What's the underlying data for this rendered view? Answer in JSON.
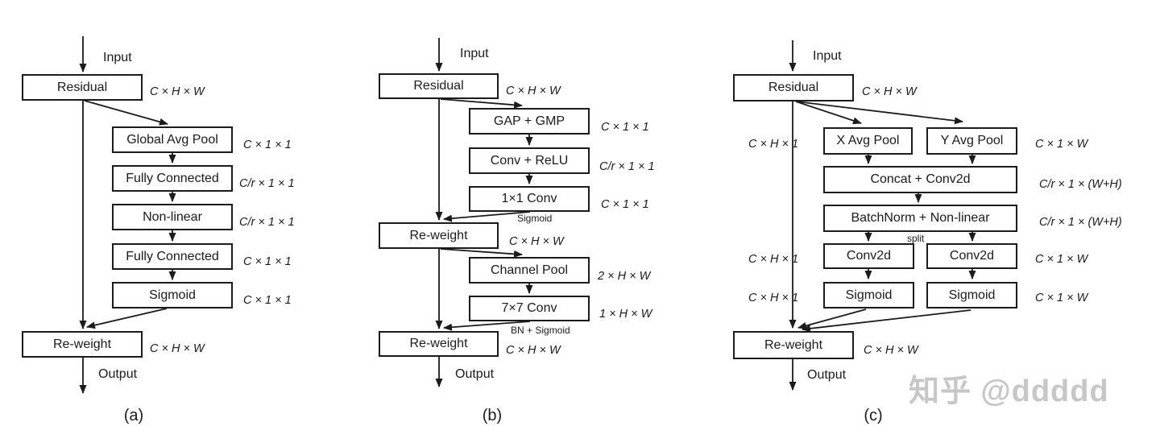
{
  "figure": {
    "watermark": "知乎 @ddddd",
    "diagrams": [
      {
        "id": "a",
        "caption": "(a)",
        "input_label": "Input",
        "output_label": "Output",
        "residual": {
          "label": "Residual",
          "dim": "C × H × W"
        },
        "blocks": [
          {
            "label": "Global Avg Pool",
            "dim": "C × 1 × 1"
          },
          {
            "label": "Fully Connected",
            "dim": "C/r × 1 × 1"
          },
          {
            "label": "Non-linear",
            "dim": "C/r × 1 × 1"
          },
          {
            "label": "Fully Connected",
            "dim": "C × 1 × 1"
          },
          {
            "label": "Sigmoid",
            "dim": "C × 1 × 1"
          }
        ],
        "reweight": {
          "label": "Re-weight",
          "dim": "C × H × W"
        }
      },
      {
        "id": "b",
        "caption": "(b)",
        "input_label": "Input",
        "output_label": "Output",
        "residual": {
          "label": "Residual",
          "dim": "C × H × W"
        },
        "blocks": [
          {
            "label": "GAP + GMP",
            "dim": "C × 1 × 1"
          },
          {
            "label": "Conv + ReLU",
            "dim": "C/r × 1 × 1"
          },
          {
            "label": "1×1 Conv",
            "dim": "C × 1 × 1"
          },
          {
            "label": "Channel Pool",
            "dim": "2 × H × W"
          },
          {
            "label": "7×7 Conv",
            "dim": "1 × H × W"
          }
        ],
        "notes": {
          "sigmoid": "Sigmoid",
          "bn_sigmoid": "BN + Sigmoid"
        },
        "reweight1": {
          "label": "Re-weight",
          "dim": "C × H × W"
        },
        "reweight2": {
          "label": "Re-weight",
          "dim": "C × H × W"
        }
      },
      {
        "id": "c",
        "caption": "(c)",
        "input_label": "Input",
        "output_label": "Output",
        "residual": {
          "label": "Residual",
          "dim": "C × H × W"
        },
        "left_dims": [
          "C × H × 1",
          "C × H × 1",
          "C × H × 1"
        ],
        "pools": [
          {
            "label": "X Avg Pool"
          },
          {
            "label": "Y Avg Pool",
            "dim": "C × 1 × W"
          }
        ],
        "concat": {
          "label": "Concat + Conv2d",
          "dim": "C/r × 1 × (W+H)"
        },
        "batchnorm": {
          "label": "BatchNorm + Non-linear",
          "dim": "C/r × 1 × (W+H)"
        },
        "split_note": "split",
        "convs": [
          {
            "label": "Conv2d"
          },
          {
            "label": "Conv2d",
            "dim": "C × 1 × W"
          }
        ],
        "sigmoids": [
          {
            "label": "Sigmoid"
          },
          {
            "label": "Sigmoid",
            "dim": "C × 1 × W"
          }
        ],
        "reweight": {
          "label": "Re-weight",
          "dim": "C × H × W"
        }
      }
    ]
  }
}
